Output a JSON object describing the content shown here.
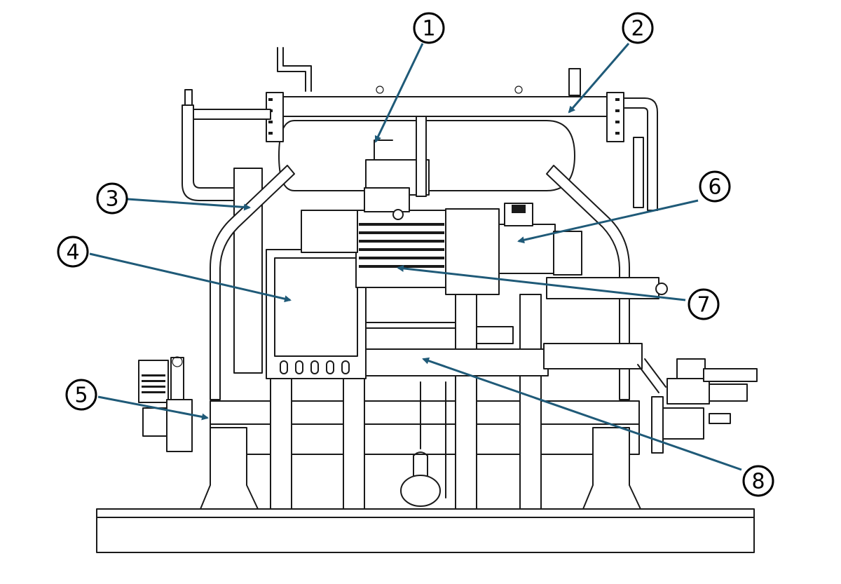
{
  "diagram": {
    "arrow_color": "#1f5a78",
    "line_color": "#1a1a1a",
    "callouts": [
      {
        "label": "1"
      },
      {
        "label": "2"
      },
      {
        "label": "3"
      },
      {
        "label": "4"
      },
      {
        "label": "5"
      },
      {
        "label": "6"
      },
      {
        "label": "7"
      },
      {
        "label": "8"
      }
    ]
  }
}
